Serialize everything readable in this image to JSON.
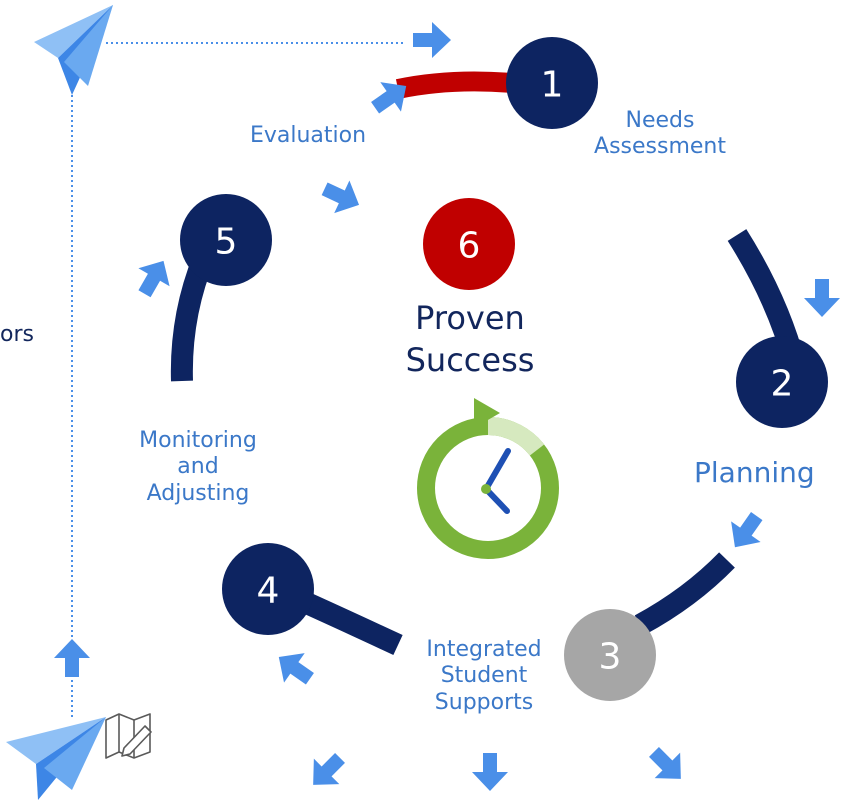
{
  "steps": {
    "1": {
      "number": "1",
      "label_line1": "Needs",
      "label_line2": "Assessment"
    },
    "2": {
      "number": "2",
      "label": "Planning"
    },
    "3": {
      "number": "3",
      "label_line1": "Integrated",
      "label_line2": "Student",
      "label_line3": "Supports"
    },
    "4": {
      "number": "4",
      "label_line1": "Monitoring",
      "label_line2": "and",
      "label_line3": "Adjusting"
    },
    "5": {
      "number": "5",
      "label": "Evaluation"
    },
    "6": {
      "number": "6",
      "label_line1": "Proven",
      "label_line2": "Success"
    }
  },
  "partial_left_text": "ors",
  "icons": [
    "paper-plane-icon",
    "map-pencil-icon",
    "clock-icon",
    "arrow-icon"
  ],
  "colors": {
    "navy": "#0d2461",
    "red": "#c00000",
    "gray": "#a6a6a6",
    "arrow_blue": "#4a8fe8",
    "label_blue": "#3b78c8",
    "green": "#7ab33a",
    "light_green": "#d6e9bf"
  }
}
